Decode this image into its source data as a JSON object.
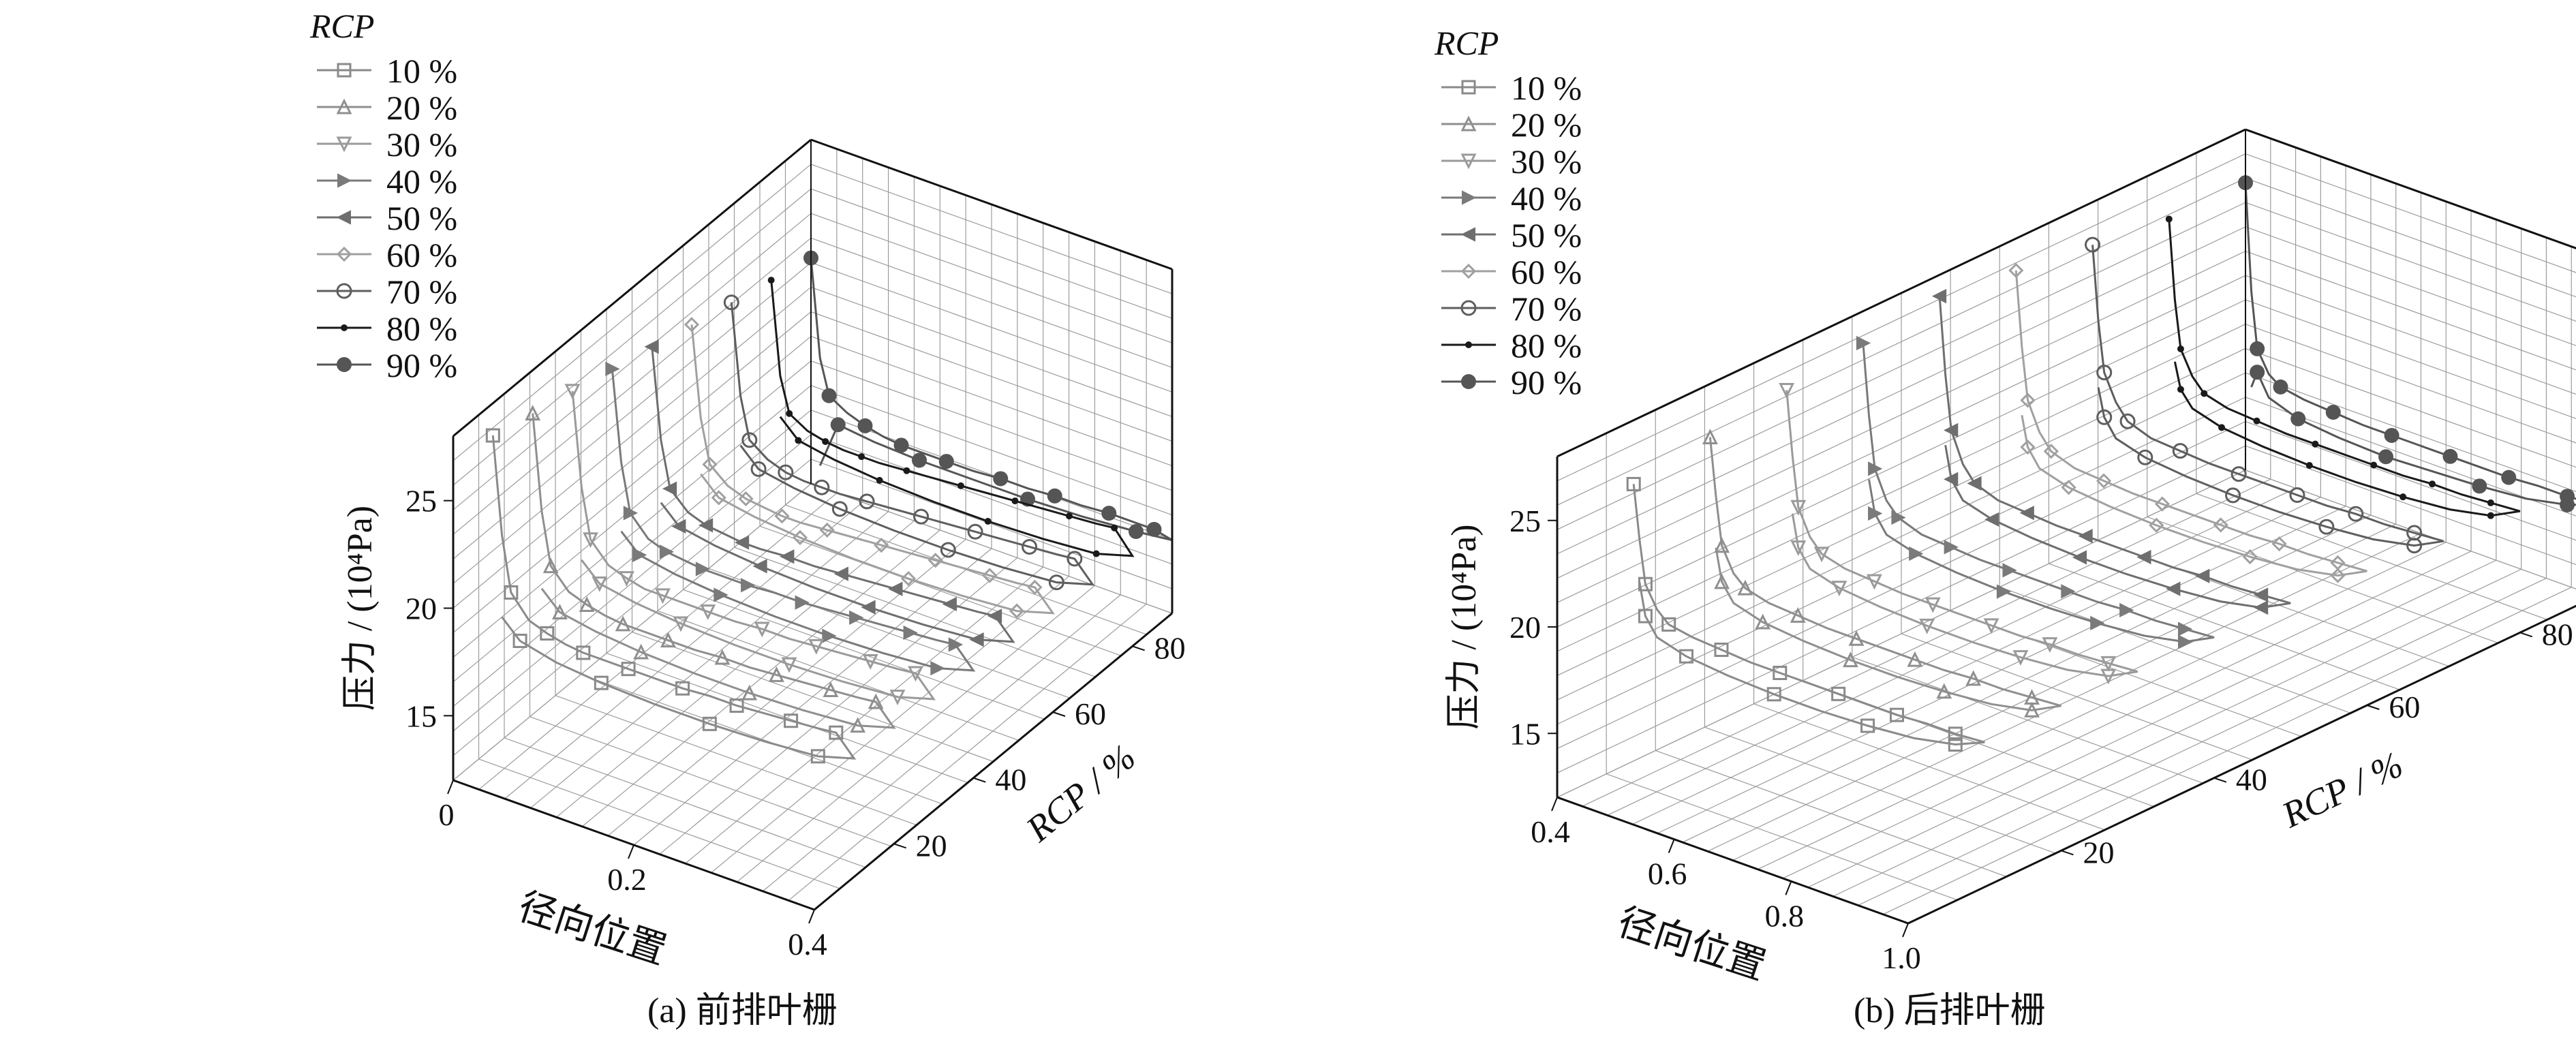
{
  "figure": {
    "legend_title": "RCP",
    "legend_labels": [
      "10 %",
      "20 %",
      "30 %",
      "40 %",
      "50 %",
      "60 %",
      "70 %",
      "80 %",
      "90 %"
    ],
    "series_colors": [
      "#8a8a8a",
      "#8f8f8f",
      "#9a9a9a",
      "#7a7a7a",
      "#6e6e6e",
      "#a0a0a0",
      "#5e5e5e",
      "#1a1a1a",
      "#555555"
    ],
    "marker_icons": [
      "square-icon",
      "triangle-up-icon",
      "triangle-down-icon",
      "triangle-right-icon",
      "triangle-left-icon",
      "diamond-icon",
      "circle-open-icon",
      "dot-icon",
      "circle-filled-icon"
    ]
  },
  "panels": {
    "a": {
      "caption": "(a) 前排叶栅"
    },
    "b": {
      "caption": "(b) 后排叶栅"
    }
  },
  "chart_data": [
    {
      "type": "line",
      "subtype": "3d-waterfall",
      "title": "(a) 前排叶栅",
      "xlabel": "径向位置",
      "ylabel": "RCP / %",
      "zlabel": "压力 / (10⁴Pa)",
      "xlim": [
        0,
        0.4
      ],
      "xticks": [
        "0",
        "0.2",
        "0.4"
      ],
      "ylim": [
        0,
        90
      ],
      "yticks": [
        "20",
        "40",
        "60",
        "80"
      ],
      "zlim": [
        12,
        28
      ],
      "zticks": [
        "15",
        "20",
        "25"
      ],
      "legend_title": "RCP",
      "x": [
        0.0,
        0.01,
        0.02,
        0.04,
        0.06,
        0.08,
        0.1,
        0.12,
        0.15,
        0.18,
        0.21,
        0.24,
        0.27,
        0.3,
        0.33,
        0.36,
        0.38,
        0.4,
        0.36,
        0.3,
        0.24,
        0.18,
        0.12,
        0.07,
        0.03,
        0.01
      ],
      "series": [
        {
          "name": "10 %",
          "rcp": 10,
          "values": [
            26.5,
            22.0,
            19.5,
            18.5,
            18.2,
            18.0,
            17.9,
            17.9,
            17.9,
            17.9,
            17.9,
            18.0,
            18.0,
            18.1,
            18.2,
            18.3,
            18.4,
            17.5,
            17.0,
            16.8,
            16.7,
            16.7,
            16.8,
            17.0,
            17.4,
            18.2
          ]
        },
        {
          "name": "20 %",
          "rcp": 20,
          "values": [
            26.0,
            21.6,
            19.2,
            18.3,
            18.0,
            17.8,
            17.7,
            17.7,
            17.7,
            17.7,
            17.8,
            17.8,
            17.9,
            18.0,
            18.1,
            18.2,
            18.3,
            17.4,
            16.9,
            16.7,
            16.6,
            16.6,
            16.7,
            16.9,
            17.2,
            18.0
          ]
        },
        {
          "name": "30 %",
          "rcp": 30,
          "values": [
            25.5,
            21.2,
            18.9,
            18.0,
            17.7,
            17.5,
            17.5,
            17.5,
            17.5,
            17.5,
            17.6,
            17.6,
            17.7,
            17.8,
            17.9,
            18.0,
            18.1,
            17.2,
            16.7,
            16.5,
            16.4,
            16.4,
            16.5,
            16.7,
            17.0,
            17.8
          ]
        },
        {
          "name": "40 %",
          "rcp": 40,
          "values": [
            25.0,
            20.8,
            18.6,
            17.7,
            17.4,
            17.3,
            17.2,
            17.2,
            17.2,
            17.3,
            17.3,
            17.4,
            17.5,
            17.6,
            17.7,
            17.8,
            17.9,
            17.0,
            16.5,
            16.3,
            16.2,
            16.2,
            16.3,
            16.5,
            16.8,
            17.6
          ]
        },
        {
          "name": "50 %",
          "rcp": 50,
          "values": [
            24.5,
            20.3,
            18.2,
            17.4,
            17.1,
            17.0,
            16.9,
            16.9,
            17.0,
            17.0,
            17.1,
            17.2,
            17.3,
            17.4,
            17.5,
            17.6,
            17.7,
            16.8,
            16.3,
            16.1,
            16.0,
            16.0,
            16.1,
            16.3,
            16.6,
            17.4
          ]
        },
        {
          "name": "60 %",
          "rcp": 60,
          "values": [
            24.0,
            19.8,
            17.8,
            17.1,
            16.8,
            16.7,
            16.6,
            16.6,
            16.7,
            16.8,
            16.9,
            17.0,
            17.1,
            17.2,
            17.3,
            17.4,
            17.5,
            16.6,
            16.1,
            15.9,
            15.8,
            15.8,
            15.9,
            16.1,
            16.4,
            17.2
          ]
        },
        {
          "name": "70 %",
          "rcp": 70,
          "values": [
            23.5,
            19.3,
            17.4,
            16.8,
            16.5,
            16.4,
            16.4,
            16.4,
            16.5,
            16.6,
            16.7,
            16.8,
            16.9,
            17.0,
            17.1,
            17.2,
            17.3,
            16.4,
            15.9,
            15.7,
            15.6,
            15.6,
            15.7,
            15.9,
            16.2,
            17.0
          ]
        },
        {
          "name": "80 %",
          "rcp": 80,
          "values": [
            23.0,
            18.7,
            17.1,
            16.6,
            16.4,
            16.3,
            16.3,
            16.3,
            16.4,
            16.5,
            16.6,
            16.7,
            16.8,
            16.9,
            17.0,
            17.1,
            17.2,
            16.2,
            15.7,
            15.5,
            15.4,
            15.4,
            15.5,
            15.7,
            16.0,
            16.8
          ]
        },
        {
          "name": "90 %",
          "rcp": 90,
          "values": [
            22.5,
            18.0,
            16.4,
            15.9,
            15.6,
            15.4,
            15.3,
            15.3,
            15.3,
            15.3,
            15.4,
            15.4,
            15.5,
            15.5,
            15.6,
            15.6,
            15.6,
            15.4,
            15.2,
            15.0,
            14.9,
            14.9,
            14.9,
            15.0,
            15.2,
            13.0
          ]
        }
      ]
    },
    {
      "type": "line",
      "subtype": "3d-waterfall",
      "title": "(b) 后排叶栅",
      "xlabel": "径向位置",
      "ylabel": "RCP / %",
      "zlabel": "压力 / (10⁴Pa)",
      "xlim": [
        0.4,
        1.0
      ],
      "xticks": [
        "0.4",
        "0.6",
        "0.8",
        "1.0"
      ],
      "ylim": [
        0,
        90
      ],
      "yticks": [
        "20",
        "40",
        "60",
        "80"
      ],
      "zlim": [
        12,
        28
      ],
      "zticks": [
        "15",
        "20",
        "25"
      ],
      "legend_title": "RCP",
      "x": [
        0.4,
        0.41,
        0.42,
        0.44,
        0.46,
        0.5,
        0.55,
        0.6,
        0.65,
        0.7,
        0.75,
        0.8,
        0.85,
        0.9,
        0.95,
        1.0,
        0.95,
        0.88,
        0.8,
        0.72,
        0.64,
        0.56,
        0.49,
        0.44,
        0.42,
        0.41
      ],
      "series": [
        {
          "name": "10 %",
          "rcp": 10,
          "values": [
            25.0,
            22.5,
            20.5,
            19.5,
            19.0,
            18.8,
            18.7,
            18.6,
            18.6,
            18.6,
            18.6,
            18.6,
            18.6,
            18.7,
            18.7,
            18.8,
            18.2,
            17.8,
            17.6,
            17.5,
            17.5,
            17.6,
            17.8,
            18.2,
            19.0,
            20.5
          ]
        },
        {
          "name": "20 %",
          "rcp": 20,
          "values": [
            25.5,
            22.8,
            20.6,
            19.5,
            19.0,
            18.7,
            18.6,
            18.5,
            18.5,
            18.5,
            18.5,
            18.5,
            18.6,
            18.6,
            18.7,
            18.8,
            18.1,
            17.7,
            17.5,
            17.4,
            17.4,
            17.5,
            17.7,
            18.1,
            18.9,
            20.4
          ]
        },
        {
          "name": "30 %",
          "rcp": 30,
          "values": [
            26.0,
            23.0,
            20.7,
            19.5,
            18.9,
            18.6,
            18.5,
            18.4,
            18.4,
            18.4,
            18.4,
            18.4,
            18.5,
            18.5,
            18.6,
            18.7,
            18.0,
            17.6,
            17.4,
            17.3,
            17.3,
            17.4,
            17.6,
            18.0,
            18.8,
            20.3
          ]
        },
        {
          "name": "40 %",
          "rcp": 40,
          "values": [
            26.5,
            23.2,
            20.8,
            19.5,
            18.9,
            18.5,
            18.4,
            18.3,
            18.3,
            18.3,
            18.3,
            18.3,
            18.4,
            18.4,
            18.5,
            18.6,
            17.9,
            17.5,
            17.3,
            17.2,
            17.2,
            17.3,
            17.5,
            17.9,
            18.7,
            20.2
          ]
        },
        {
          "name": "50 %",
          "rcp": 50,
          "values": [
            27.0,
            23.4,
            20.9,
            19.5,
            18.8,
            18.4,
            18.3,
            18.2,
            18.2,
            18.2,
            18.2,
            18.2,
            18.3,
            18.3,
            18.4,
            18.5,
            17.8,
            17.4,
            17.2,
            17.1,
            17.1,
            17.2,
            17.4,
            17.8,
            18.6,
            20.1
          ]
        },
        {
          "name": "60 %",
          "rcp": 60,
          "values": [
            26.5,
            23.0,
            20.6,
            19.3,
            18.6,
            18.2,
            18.1,
            18.0,
            18.0,
            18.0,
            18.0,
            18.0,
            18.1,
            18.1,
            18.2,
            18.3,
            17.6,
            17.2,
            17.0,
            16.9,
            16.9,
            17.0,
            17.2,
            17.6,
            18.4,
            19.8
          ]
        },
        {
          "name": "70 %",
          "rcp": 70,
          "values": [
            26.0,
            22.5,
            20.2,
            19.0,
            18.3,
            17.9,
            17.8,
            17.7,
            17.7,
            17.7,
            17.7,
            17.7,
            17.8,
            17.8,
            17.9,
            18.0,
            17.3,
            16.9,
            16.7,
            16.6,
            16.6,
            16.7,
            16.9,
            17.3,
            18.1,
            19.4
          ]
        },
        {
          "name": "80 %",
          "rcp": 80,
          "values": [
            25.5,
            21.8,
            19.6,
            18.5,
            17.9,
            17.6,
            17.5,
            17.4,
            17.4,
            17.4,
            17.4,
            17.4,
            17.5,
            17.5,
            17.6,
            17.7,
            17.0,
            16.6,
            16.4,
            16.3,
            16.3,
            16.4,
            16.6,
            17.0,
            17.7,
            18.9
          ]
        },
        {
          "name": "90 %",
          "rcp": 90,
          "values": [
            25.5,
            20.5,
            17.9,
            16.9,
            16.5,
            16.3,
            16.2,
            16.1,
            16.1,
            16.1,
            16.1,
            16.1,
            16.1,
            16.2,
            16.2,
            16.3,
            15.8,
            15.4,
            15.2,
            15.1,
            15.0,
            15.1,
            15.3,
            15.8,
            16.8,
            16.0
          ]
        }
      ]
    }
  ]
}
